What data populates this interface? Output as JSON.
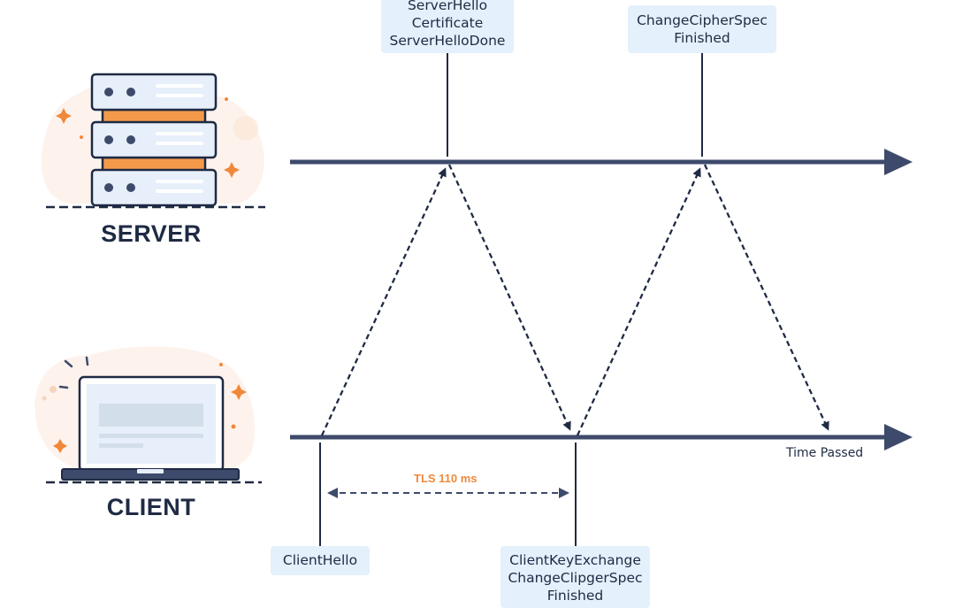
{
  "nodes": {
    "server": {
      "label": "SERVER"
    },
    "client": {
      "label": "CLIENT"
    }
  },
  "messages": {
    "server_hello": [
      "ServerHello",
      "Certificate",
      "ServerHelloDone"
    ],
    "server_finished": [
      "ChangeCipherSpec",
      "Finished"
    ],
    "client_hello": [
      "ClientHello"
    ],
    "client_key_exchange": [
      "ClientKeyExchange",
      "ChangeClipgerSpec",
      "Finished"
    ]
  },
  "axis": {
    "time_label": "Time Passed"
  },
  "latency": {
    "label": "TLS 110 ms"
  },
  "colors": {
    "line": "#3d4a6b",
    "arrow_dashed": "#1f2a44",
    "accent_orange": "#f0883a",
    "box_fill": "#e4f0fb",
    "icon_panel": "#e6effa",
    "icon_stroke": "#1f2a44"
  },
  "icons": {
    "server": "server-rack-icon",
    "client": "laptop-icon"
  }
}
